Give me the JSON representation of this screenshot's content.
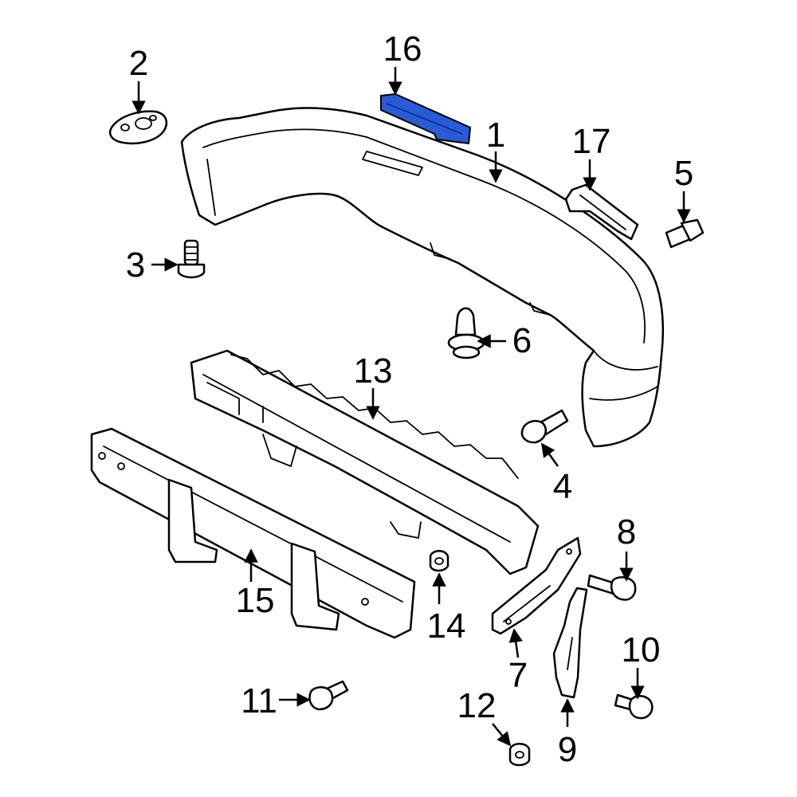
{
  "diagram": {
    "highlight_color": "#2a5bd7",
    "highlighted_part": "16",
    "callouts": [
      {
        "id": "c1",
        "label": "1"
      },
      {
        "id": "c2",
        "label": "2"
      },
      {
        "id": "c3",
        "label": "3"
      },
      {
        "id": "c4",
        "label": "4"
      },
      {
        "id": "c5",
        "label": "5"
      },
      {
        "id": "c6",
        "label": "6"
      },
      {
        "id": "c7",
        "label": "7"
      },
      {
        "id": "c8",
        "label": "8"
      },
      {
        "id": "c9",
        "label": "9"
      },
      {
        "id": "c10",
        "label": "10"
      },
      {
        "id": "c11",
        "label": "11"
      },
      {
        "id": "c12",
        "label": "12"
      },
      {
        "id": "c13",
        "label": "13"
      },
      {
        "id": "c14",
        "label": "14"
      },
      {
        "id": "c15",
        "label": "15"
      },
      {
        "id": "c16",
        "label": "16"
      },
      {
        "id": "c17",
        "label": "17"
      }
    ]
  }
}
